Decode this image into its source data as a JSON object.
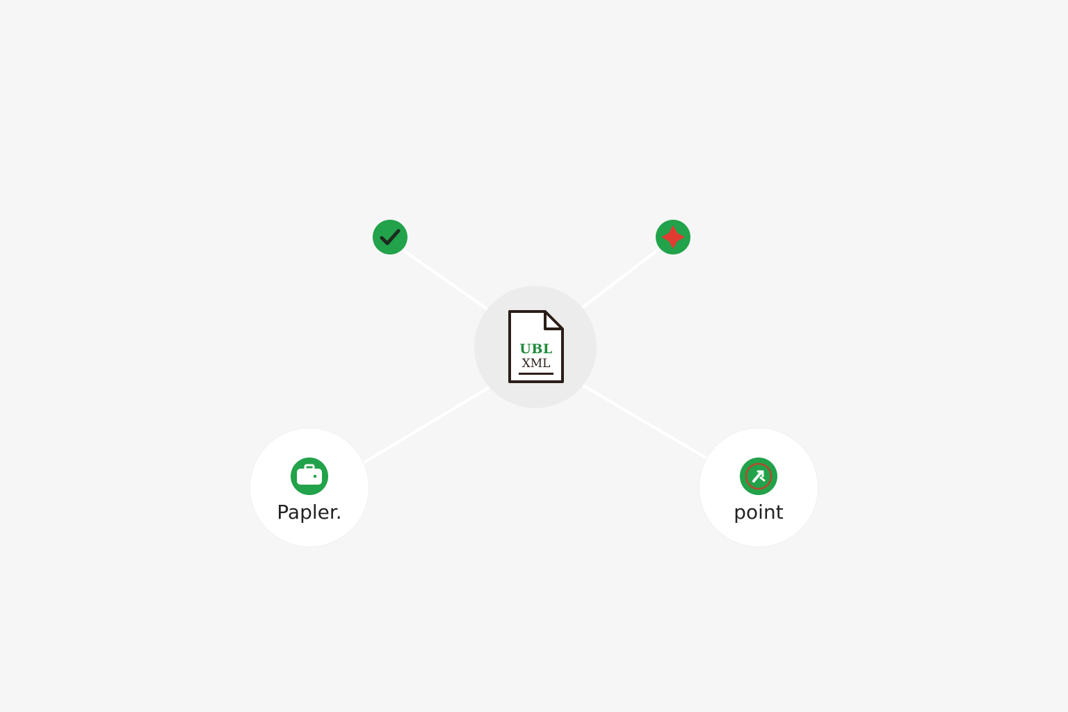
{
  "hub": {
    "icon": "ubl-xml-document-icon",
    "line1": "UBL",
    "line2": "XML"
  },
  "status_nodes": [
    {
      "icon": "check-icon",
      "color": "#22a24a"
    },
    {
      "icon": "error-icon",
      "color": "#e03c32"
    }
  ],
  "endpoints": {
    "left": {
      "icon": "briefcase-icon",
      "label": "Papler."
    },
    "right": {
      "icon": "tool-icon",
      "label": "point"
    }
  },
  "colors": {
    "accent": "#22a24a",
    "error": "#e03c32",
    "background": "#f6f6f6",
    "link": "#ffffff"
  }
}
